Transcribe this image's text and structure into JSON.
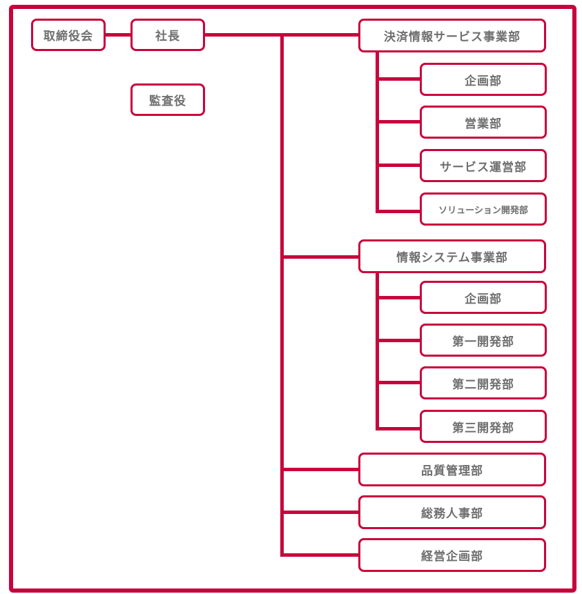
{
  "colors": {
    "accent": "#c8033c",
    "text": "#6f6f6f"
  },
  "org": {
    "board": "取締役会",
    "president": "社長",
    "auditor": "監査役",
    "payment_div": {
      "name": "決済情報サービス事業部",
      "depts": [
        "企画部",
        "営業部",
        "サービス運営部",
        "ソリューション開発部"
      ]
    },
    "system_div": {
      "name": "情報システム事業部",
      "depts": [
        "企画部",
        "第一開発部",
        "第二開発部",
        "第三開発部"
      ]
    },
    "quality": "品質管理部",
    "general_affairs": "総務人事部",
    "corporate_planning": "経営企画部"
  }
}
